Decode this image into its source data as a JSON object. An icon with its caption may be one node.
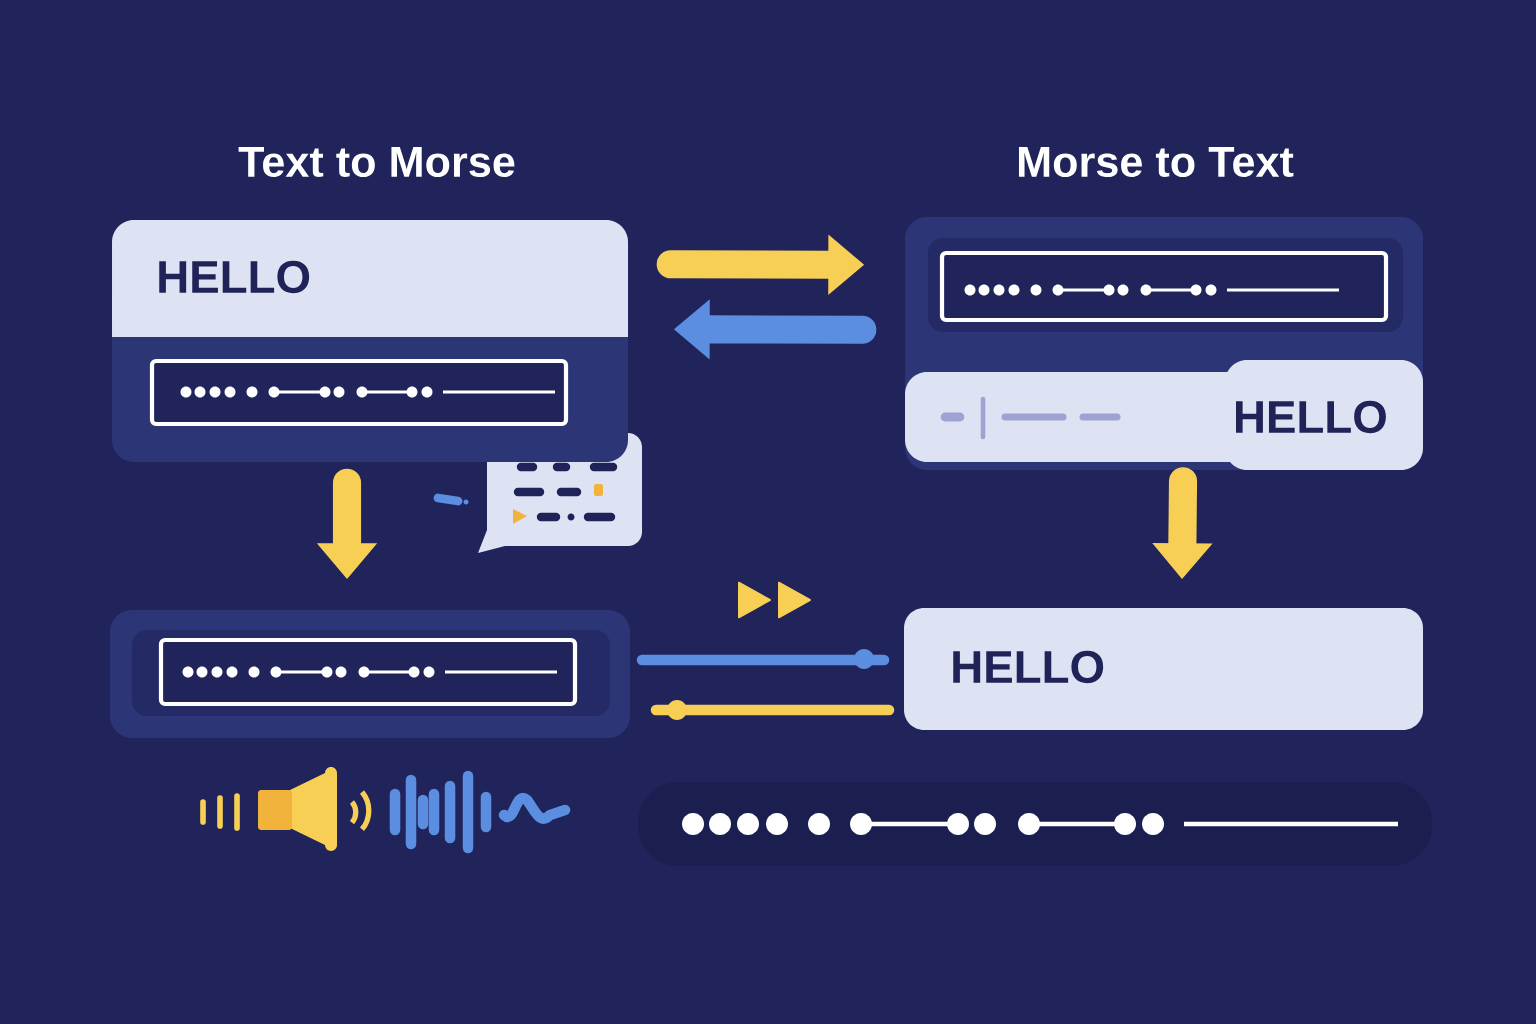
{
  "diagram": {
    "nodes": [
      {
        "text": [
          "HELLO"
        ]
      },
      {
        "text": [
          "HELLO"
        ]
      },
      {
        "text": [],
        "shape": "box"
      },
      {
        "text": [
          "HELLO"
        ]
      }
    ],
    "edges": [
      {
        "from": 0,
        "to": 1,
        "arrow": "to"
      },
      {
        "from": 1,
        "to": 0,
        "arrow": "to",
        "color": "#5b8de0"
      },
      {
        "from": 0,
        "to": 2,
        "arrow": "to"
      },
      {
        "from": 1,
        "to": 3,
        "arrow": "to"
      }
    ],
    "labels": [
      "Text to Morse",
      "Morse to Text"
    ]
  }
}
